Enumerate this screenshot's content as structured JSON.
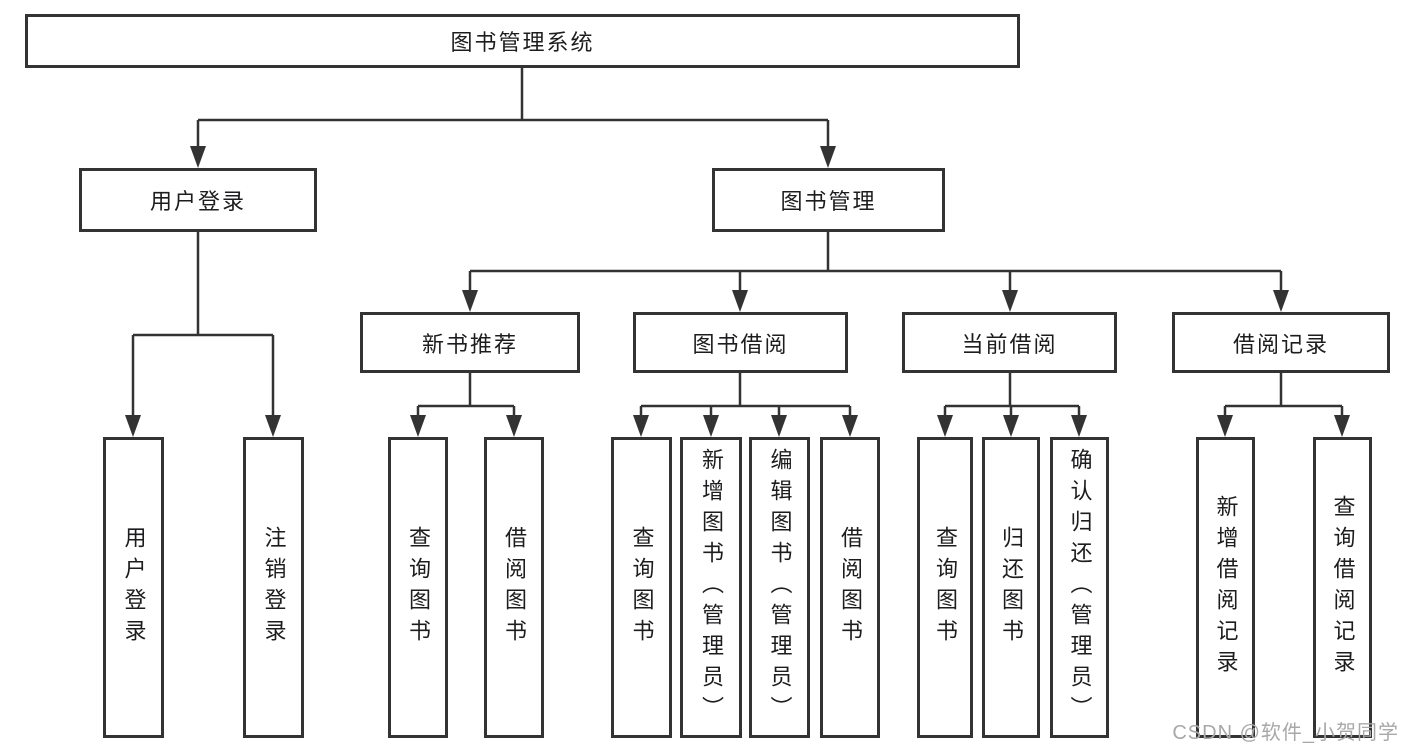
{
  "title": "图书管理系统",
  "watermark": "CSDN @软件_小贺同学",
  "colors": {
    "line": "#333333",
    "box_border": "#333333",
    "text": "#1d1d1f",
    "background": "#ffffff",
    "watermark": "#a8a8a8"
  },
  "tree": {
    "label": "图书管理系统",
    "children": [
      {
        "label": "用户登录",
        "children": [
          {
            "label": "用户登录"
          },
          {
            "label": "注销登录"
          }
        ]
      },
      {
        "label": "图书管理",
        "children": [
          {
            "label": "新书推荐",
            "children": [
              {
                "label": "查询图书"
              },
              {
                "label": "借阅图书"
              }
            ]
          },
          {
            "label": "图书借阅",
            "children": [
              {
                "label": "查询图书"
              },
              {
                "label": "新增图书（管理员）"
              },
              {
                "label": "编辑图书（管理员）"
              },
              {
                "label": "借阅图书"
              }
            ]
          },
          {
            "label": "当前借阅",
            "children": [
              {
                "label": "查询图书"
              },
              {
                "label": "归还图书"
              },
              {
                "label": "确认归还（管理员）"
              }
            ]
          },
          {
            "label": "借阅记录",
            "children": [
              {
                "label": "新增借阅记录"
              },
              {
                "label": "查询借阅记录"
              }
            ]
          }
        ]
      }
    ]
  }
}
